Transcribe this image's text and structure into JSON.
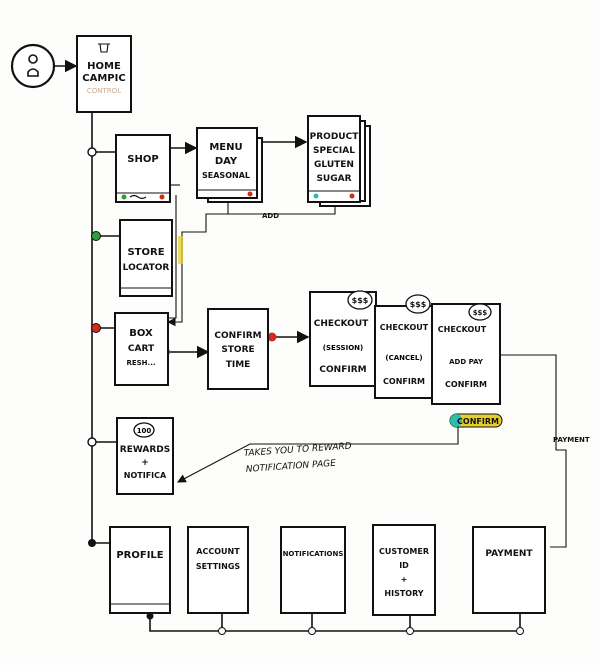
{
  "start": {
    "icon": "user-face-icon"
  },
  "screens": {
    "home": {
      "title": "HOME",
      "subtitle": "CAMPIC",
      "note": "CONTROL"
    },
    "shop": {
      "title": "SHOP"
    },
    "menu": {
      "line1": "MENU",
      "line2": "DAY",
      "line3": "SEASONAL"
    },
    "product": {
      "line1": "PRODUCT",
      "line2": "SPECIAL",
      "line3": "GLUTEN",
      "line4": "SUGAR"
    },
    "store_locator": {
      "line1": "STORE",
      "line2": "LOCATOR"
    },
    "box_cart": {
      "line1": "BOX",
      "line2": "CART",
      "line3": "RESH..."
    },
    "confirm_store": {
      "line1": "CONFIRM",
      "line2": "STORE",
      "line3": "TIME"
    },
    "checkout1": {
      "title": "CHECKOUT",
      "badge": "$$$",
      "middle": "(SESSION)",
      "bottom": "CONFIRM"
    },
    "checkout2": {
      "title": "CHECKOUT",
      "badge": "$$$",
      "middle": "(CANCEL)",
      "bottom": "CONFIRM"
    },
    "checkout3": {
      "title": "CHECKOUT",
      "badge": "$$$",
      "middle": "ADD PAY",
      "bottom": "CONFIRM"
    },
    "rewards": {
      "badge": "100",
      "line1": "REWARDS",
      "line2": "+",
      "line3": "NOTIFICA"
    },
    "profile": {
      "title": "PROFILE"
    },
    "account": {
      "line1": "ACCOUNT",
      "line2": "SETTINGS"
    },
    "notifications": {
      "title": "NOTIFICATIONS"
    },
    "customer": {
      "line1": "CUSTOMER",
      "line2": "ID",
      "line3": "+",
      "line4": "HISTORY"
    },
    "payment": {
      "title": "PAYMENT"
    }
  },
  "annotations": {
    "add": "ADD",
    "confirm_button": "CONFIRM",
    "takes_you_1": "TAKES YOU TO REWARD",
    "takes_you_2": "NOTIFICATION PAGE",
    "payment_edge": "PAYMENT"
  },
  "colors": {
    "ink": "#111111",
    "red": "#d42a1c",
    "green": "#2e9e3a",
    "yellow": "#e7cf2a",
    "teal": "#2bbfa8"
  }
}
